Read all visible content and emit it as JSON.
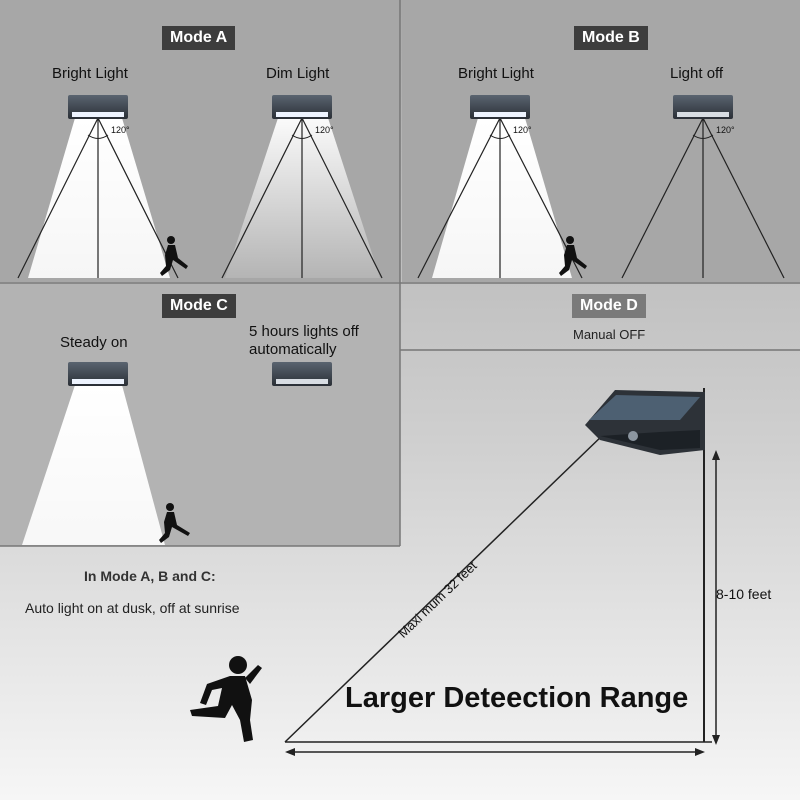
{
  "modes": {
    "a": {
      "title": "Mode A",
      "left_label": "Bright Light",
      "right_label": "Dim Light",
      "angle": "120°"
    },
    "b": {
      "title": "Mode B",
      "left_label": "Bright Light",
      "right_label": "Light off",
      "angle": "120°"
    },
    "c": {
      "title": "Mode C",
      "left_label": "Steady on",
      "right_label_line1": "5 hours lights off",
      "right_label_line2": "automatically"
    },
    "d": {
      "title": "Mode D",
      "subtitle": "Manual OFF"
    }
  },
  "notes": {
    "line1": "In Mode A, B and C:",
    "line2": "Auto light on at dusk, off at sunrise"
  },
  "range": {
    "diagonal_label": "Maxi mum 32 feet",
    "height_label": "8-10 feet",
    "headline": "Larger Deteection Range"
  },
  "colors": {
    "panel_bg": "#a9a9a9",
    "tag_bg": "#3d3d3d",
    "beam": "#ffffff",
    "divider": "#777777"
  }
}
